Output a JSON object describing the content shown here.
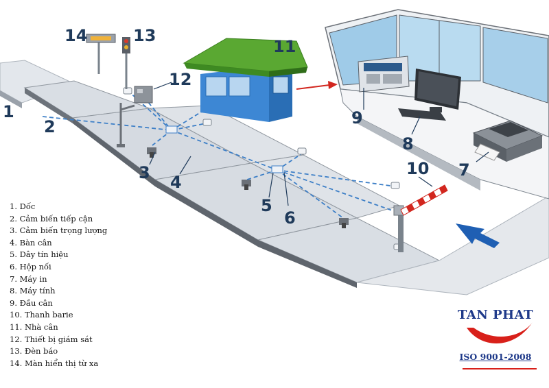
{
  "callouts": {
    "c1": "1",
    "c2": "2",
    "c3": "3",
    "c4": "4",
    "c5": "5",
    "c6": "6",
    "c7": "7",
    "c8": "8",
    "c9": "9",
    "c10": "10",
    "c11": "11",
    "c12": "12",
    "c13": "13",
    "c14": "14"
  },
  "legend": [
    "1. Dốc",
    "2. Cảm biến tiếp cận",
    "3. Cảm biến trọng lượng",
    "4. Bàn cân",
    "5. Dây tín hiệu",
    "6. Hộp nối",
    "7. Máy in",
    "8. Máy tính",
    "9. Đầu cân",
    "10.  Thanh barie",
    "11.  Nhà cân",
    "12.  Thiết bị giám sát",
    "13.  Đèn báo",
    "14.  Màn hiển thị từ xa"
  ],
  "logo": {
    "name": "TAN PHAT",
    "certification": "ISO 9001-2008"
  },
  "colors": {
    "callout": "#1f3a5a",
    "platform": "#d8dde3",
    "cable": "#3d7fc7",
    "roof": "#5aa832",
    "barrier_red": "#d2261e",
    "arrow": "#1f5fb3",
    "logo_blue": "#1f3a8a",
    "logo_red": "#d8201a"
  }
}
